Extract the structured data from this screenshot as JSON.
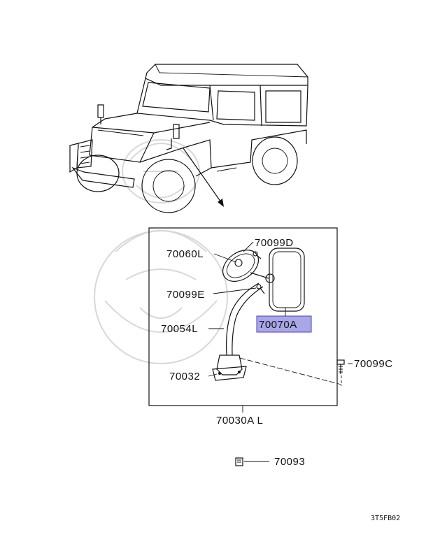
{
  "diagram": {
    "part_labels": {
      "p70060L": "70060L",
      "p70099D": "70099D",
      "p70099E": "70099E",
      "p70054L": "70054L",
      "p70070A": "70070A",
      "p70032": "70032",
      "p70099C": "70099C",
      "p70030AL": "70030A L",
      "p70093": "70093"
    },
    "figure_code": "3T5FB02",
    "highlight_color": "#a9a7e6"
  }
}
